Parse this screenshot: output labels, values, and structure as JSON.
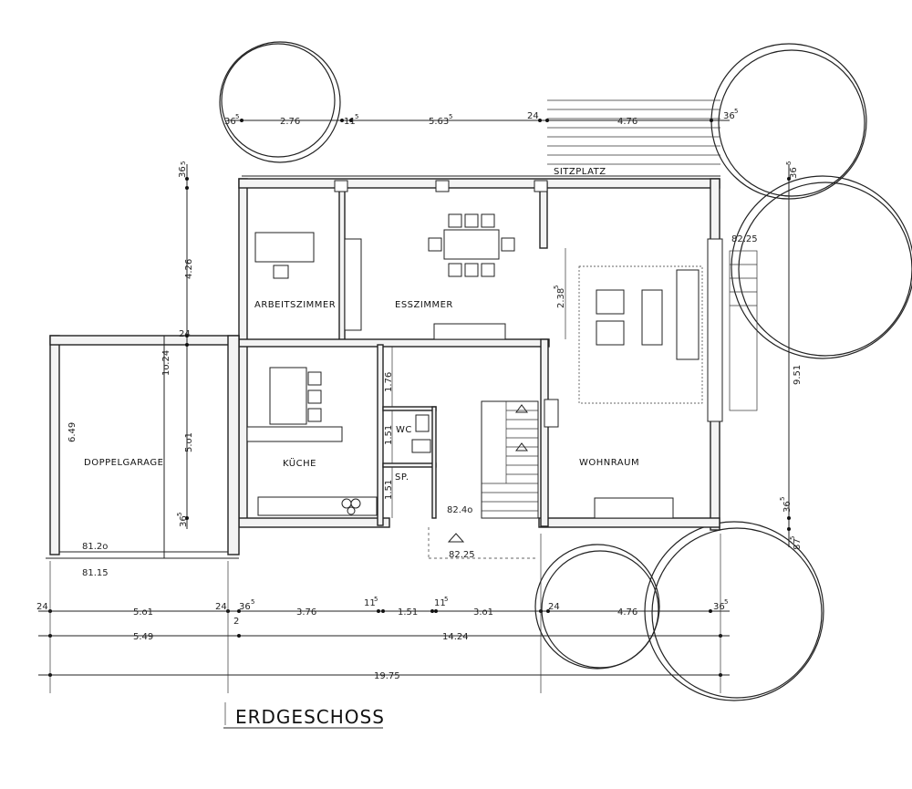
{
  "plan": {
    "title": "ERDGESCHOSS",
    "rooms": {
      "arbeitszimmer": "ARBEITSZIMMER",
      "esszimmer": "ESSZIMMER",
      "wohnraum": "WOHNRAUM",
      "kueche": "KÜCHE",
      "wc": "WC",
      "sp": "SP.",
      "doppelgarage": "DOPPELGARAGE",
      "sitzplatz": "SITZPLATZ"
    },
    "levels": {
      "garage_floor": "81.2o",
      "garage_front": "81.15",
      "hall_floor": "82.4o",
      "entrance": "82.25",
      "right_top": "82.25"
    },
    "dimensions": {
      "top": {
        "d1": "36",
        "d1_sup": "5",
        "d2": "2.76",
        "d3": "11",
        "d3_sup": "5",
        "d4": "5.63",
        "d4_sup": "5",
        "d5": "24",
        "d6": "4.76",
        "d7": "36",
        "d7_sup": "5"
      },
      "left": {
        "l1": "36",
        "l1_sup": "5",
        "l2": "4.26",
        "l3": "24",
        "l4": "1o.24",
        "l5": "6.49",
        "l6": "5.o1",
        "l7": "36",
        "l7_sup": "5"
      },
      "inner": {
        "esszimmer_depth": "2.38",
        "esszimmer_depth_sup": "5",
        "hall_depth": "1.76",
        "wc_depth": "1.51",
        "sp_depth": "1.51"
      },
      "right": {
        "r1": "36",
        "r1_sup": "5",
        "r2": "9.51",
        "r3": "36",
        "r3_sup": "5",
        "r4": "87",
        "r4_sup": "5"
      },
      "bottom_row1": {
        "b1": "24",
        "b2": "5.o1",
        "b3": "24",
        "b4": "36",
        "b4_sup": "5",
        "b5": "3.76",
        "b6": "11",
        "b6_sup": "5",
        "b7": "1.51",
        "b8": "11",
        "b8_sup": "5",
        "b9": "3.o1",
        "b10": "24",
        "b11": "4.76",
        "b12": "36",
        "b12_sup": "5"
      },
      "bottom_row2": {
        "garage_total": "5.49",
        "small": "2",
        "house_total": "14.24"
      },
      "overall": "19.75"
    }
  }
}
